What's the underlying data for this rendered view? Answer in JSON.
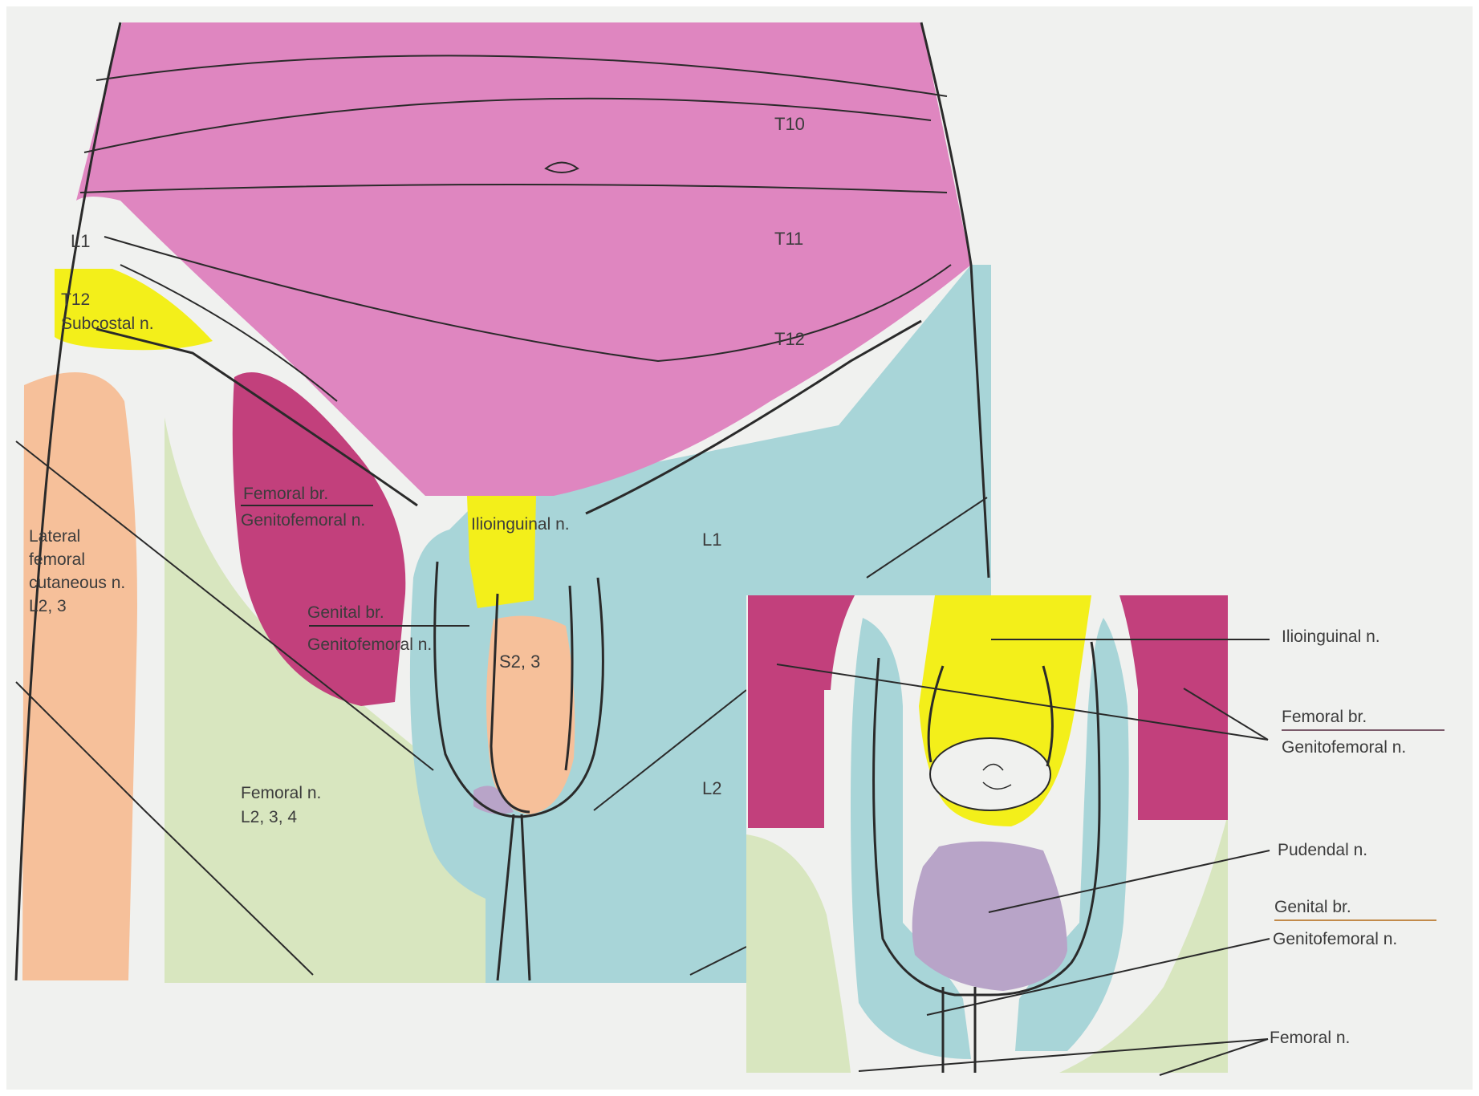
{
  "colors": {
    "t_segments": "#df86c0",
    "femoral_branch": "#c2407c",
    "subcostal": "#f3ef1a",
    "ilioinguinal": "#f3ef1a",
    "lateral_femoral_cutaneous": "#f6c09a",
    "sacral": "#f6c09a",
    "femoral_nerve": "#d8e6bf",
    "l1_l2": "#a8d5d8",
    "pudendal": "#b8a4c8",
    "paper": "#f0f1ef",
    "ink": "#2a2a2a"
  },
  "dermatomes": {
    "t10": "T10",
    "t11": "T11",
    "t12": "T12",
    "l1_top": "L1",
    "l1_main": "L1",
    "l2": "L2",
    "sacral": "S2, 3"
  },
  "nerves": {
    "subcostal_line1": "T12",
    "subcostal_line2": "Subcostal n.",
    "lfc_line1": "Lateral",
    "lfc_line2": "femoral",
    "lfc_line3": "cutaneous n.",
    "lfc_line4": "L2, 3",
    "femoral_br_line1": "Femoral br.",
    "femoral_br_line2": "Genitofemoral n.",
    "ilioinguinal": "Ilioinguinal n.",
    "genital_br_line1": "Genital br.",
    "genital_br_line2": "Genitofemoral n.",
    "femoral_n_line1": "Femoral n.",
    "femoral_n_line2": "L2, 3, 4"
  },
  "inset_labels": {
    "ilioinguinal": "Ilioinguinal n.",
    "femoral_br_line1": "Femoral br.",
    "femoral_br_line2": "Genitofemoral n.",
    "pudendal": "Pudendal n.",
    "genital_br_line1": "Genital br.",
    "genital_br_line2": "Genitofemoral n.",
    "femoral_n": "Femoral n."
  }
}
